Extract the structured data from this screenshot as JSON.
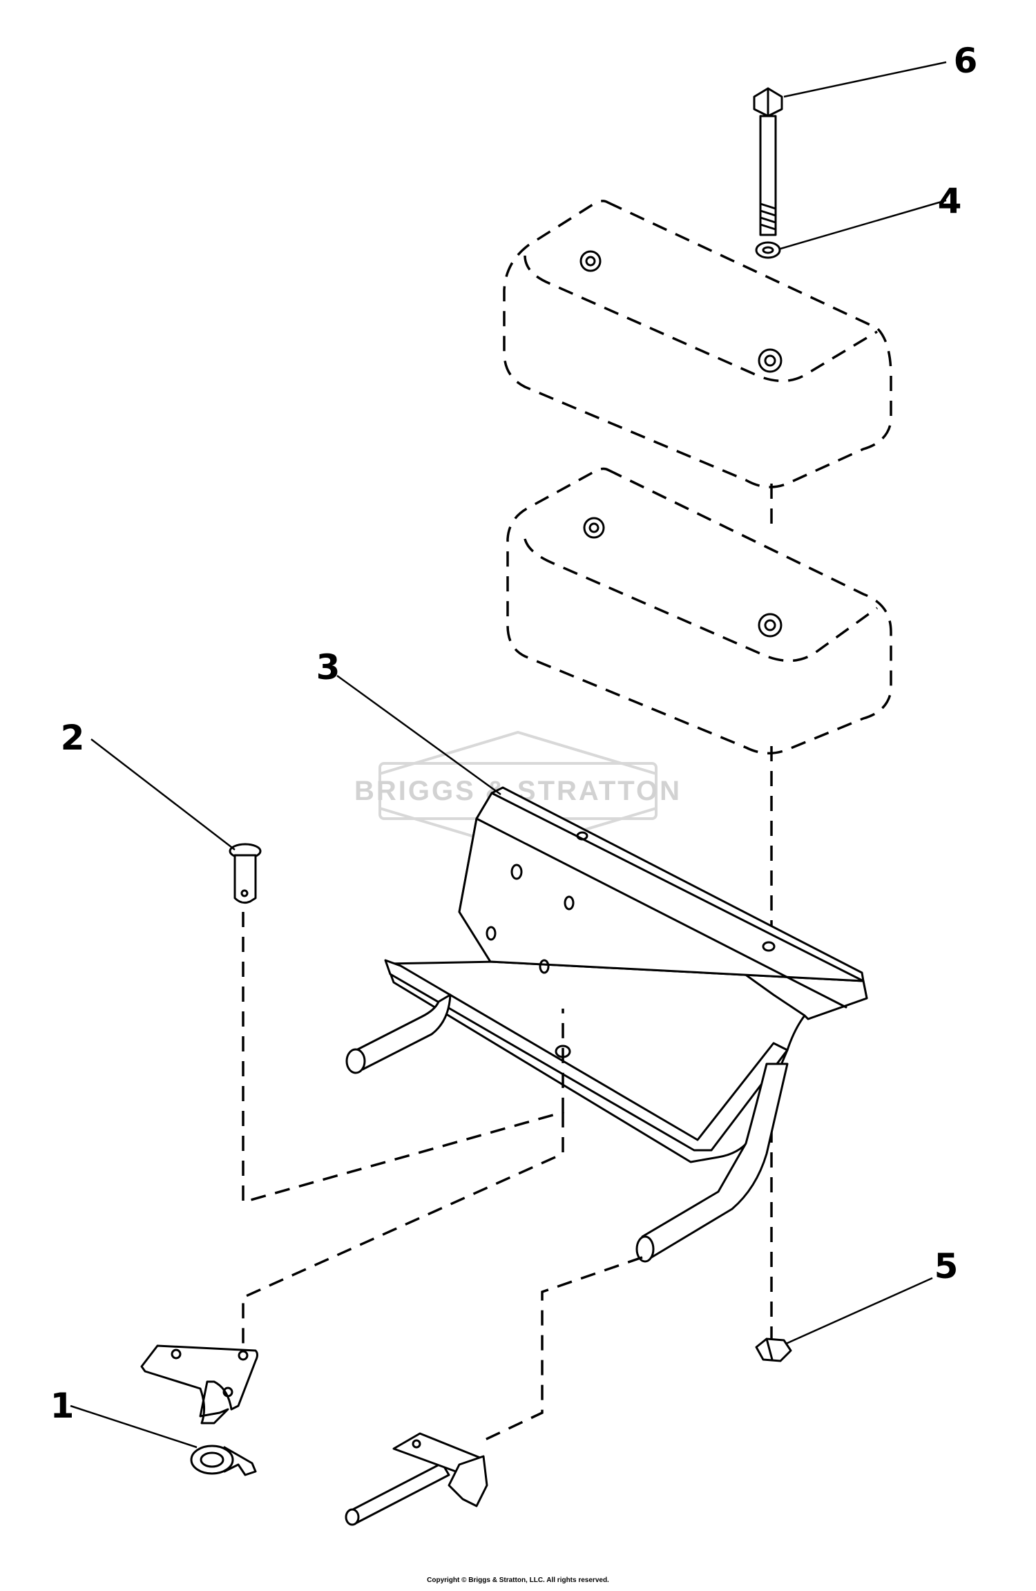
{
  "callouts": {
    "c1": "1",
    "c2": "2",
    "c3": "3",
    "c4": "4",
    "c5": "5",
    "c6": "6"
  },
  "watermark": {
    "text": "BRIGGS & STRATTON"
  },
  "footer": {
    "copyright": "Copyright © Briggs & Stratton, LLC. All rights reserved."
  }
}
